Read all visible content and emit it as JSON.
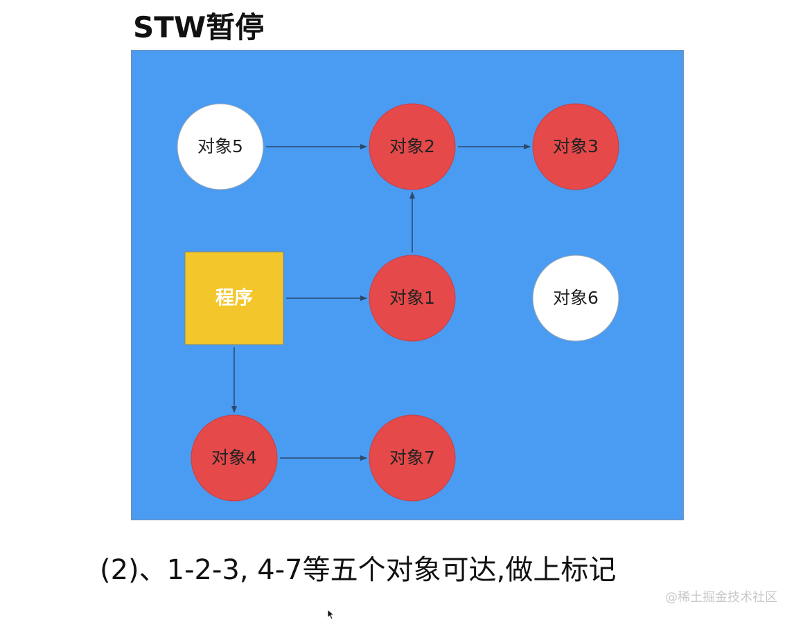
{
  "title": "STW暂停",
  "colors": {
    "panel_bg": "#4a9bf2",
    "reached_node": "#e5494a",
    "unreached_node": "#ffffff",
    "program_node": "#f3c72c",
    "edge": "#2b4a6b"
  },
  "diagram": {
    "program": {
      "label": "程序"
    },
    "nodes": [
      {
        "id": "obj5",
        "label": "对象5",
        "marked": false
      },
      {
        "id": "obj2",
        "label": "对象2",
        "marked": true
      },
      {
        "id": "obj3",
        "label": "对象3",
        "marked": true
      },
      {
        "id": "obj1",
        "label": "对象1",
        "marked": true
      },
      {
        "id": "obj6",
        "label": "对象6",
        "marked": false
      },
      {
        "id": "obj4",
        "label": "对象4",
        "marked": true
      },
      {
        "id": "obj7",
        "label": "对象7",
        "marked": true
      }
    ],
    "edges": [
      {
        "from": "obj5",
        "to": "obj2"
      },
      {
        "from": "obj2",
        "to": "obj3"
      },
      {
        "from": "obj1",
        "to": "obj2"
      },
      {
        "from": "program",
        "to": "obj1"
      },
      {
        "from": "program",
        "to": "obj4"
      },
      {
        "from": "obj4",
        "to": "obj7"
      }
    ]
  },
  "caption": "(2)、1-2-3, 4-7等五个对象可达,做上标记",
  "watermark": "@稀土掘金技术社区",
  "cursor_icon": "mouse-pointer-icon"
}
